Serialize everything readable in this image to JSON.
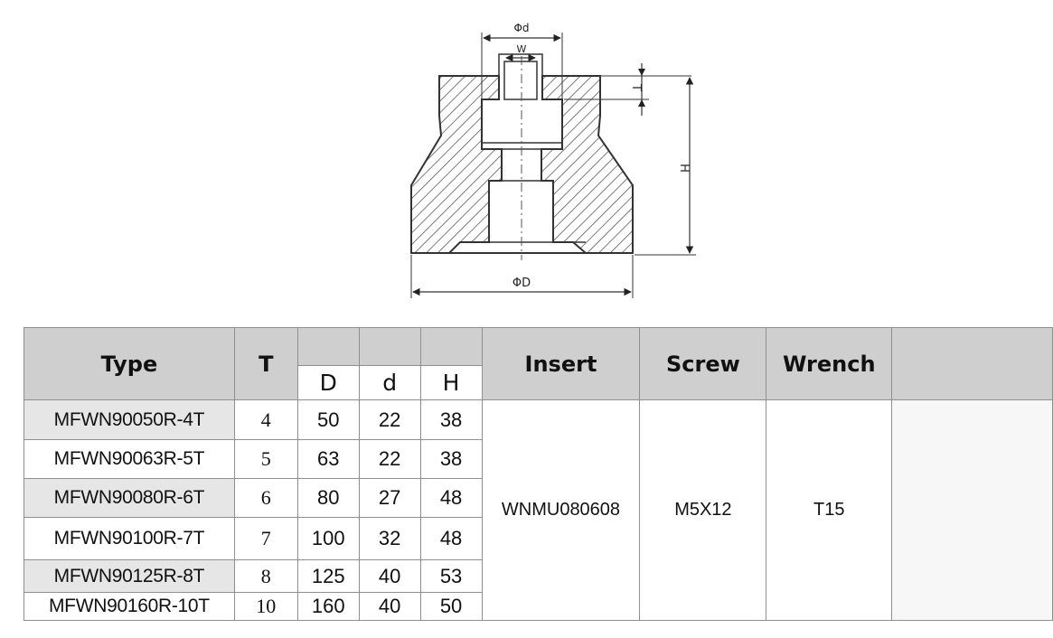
{
  "drawing": {
    "labels": {
      "phi_d": "Φd",
      "w": "W",
      "t": "T",
      "h": "H",
      "phi_D": "ΦD"
    }
  },
  "table": {
    "headers": {
      "type": "Type",
      "t": "T",
      "d_upper": "D",
      "d_lower": "d",
      "h": "H",
      "insert": "Insert",
      "screw": "Screw",
      "wrench": "Wrench"
    },
    "rows": [
      {
        "type": "MFWN90050R-4T",
        "t": "4",
        "D": "50",
        "d": "22",
        "H": "38"
      },
      {
        "type": "MFWN90063R-5T",
        "t": "5",
        "D": "63",
        "d": "22",
        "H": "38"
      },
      {
        "type": "MFWN90080R-6T",
        "t": "6",
        "D": "80",
        "d": "27",
        "H": "48"
      },
      {
        "type": "MFWN90100R-7T",
        "t": "7",
        "D": "100",
        "d": "32",
        "H": "48"
      },
      {
        "type": "MFWN90125R-8T",
        "t": "8",
        "D": "125",
        "d": "40",
        "H": "53"
      },
      {
        "type": "MFWN90160R-10T",
        "t": "10",
        "D": "160",
        "d": "40",
        "H": "50"
      }
    ],
    "shared": {
      "insert": "WNMU080608",
      "screw": "M5X12",
      "wrench": "T15"
    }
  }
}
